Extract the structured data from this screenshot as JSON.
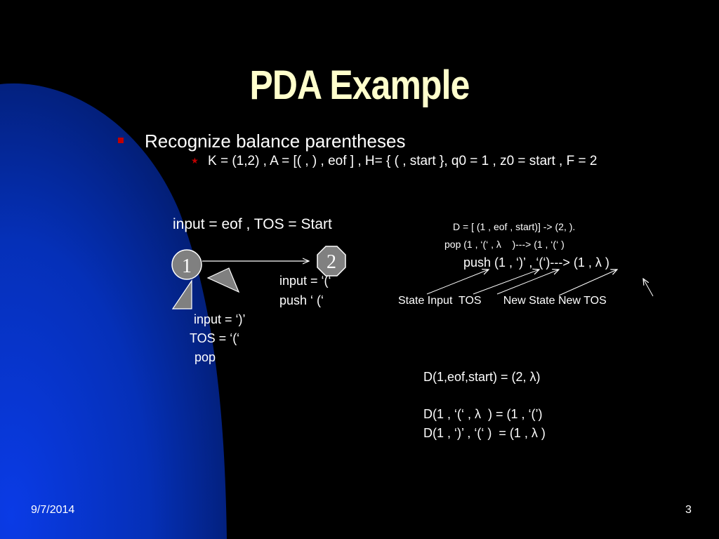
{
  "title": "PDA Example",
  "bullets": {
    "level1": "Recognize balance parentheses",
    "level2": "K = (1,2) , A = [( , ) , eof ] , H= { ( , start }, q0 = 1 , z0 = start , F = 2"
  },
  "diagram": {
    "state1": "1",
    "state2": "2",
    "transition_top": "input = eof , TOS = Start",
    "self_loop_push": [
      "input = ‘(‘",
      "push ‘ (‘"
    ],
    "self_loop_pop": [
      "input = ‘)’",
      "TOS = ‘(‘",
      "pop"
    ]
  },
  "notation": {
    "line1": "D = [ (1 , eof , start)] -> (2, ).",
    "line2": "pop (1 , ‘(‘ , λ    )---> (1 , ‘(‘ )",
    "line3": "push (1 , ‘)’ , ‘(‘)---> (1 , λ )",
    "legend": "State Input  TOS       New State New TOS"
  },
  "definitions": [
    "D(1,eof,start) = (2, λ)",
    "",
    "D(1 , ‘(‘ , λ  ) = (1 , ‘(’)",
    "D(1 , ‘)’ , ‘(‘ )  = (1 , λ )"
  ],
  "footer": {
    "date": "9/7/2014",
    "page": "3"
  },
  "colors": {
    "background": "#000000",
    "blue_shape": "#0033cc",
    "title": "#ffffcc",
    "bullet_mark": "#c00000",
    "state_fill": "#808080"
  }
}
